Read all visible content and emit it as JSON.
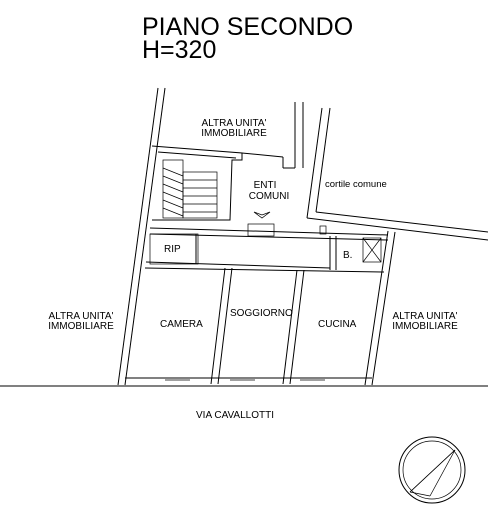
{
  "header": {
    "title_line1": "PIANO SECONDO",
    "title_line2": "H=320"
  },
  "labels": {
    "top_neighbor_line1": "ALTRA UNITA'",
    "top_neighbor_line2": "IMMOBILIARE",
    "common_areas_line1": "ENTI",
    "common_areas_line2": "COMUNI",
    "courtyard": "cortile comune",
    "storage": "RIP",
    "bathroom": "B.",
    "left_neighbor_line1": "ALTRA UNITA'",
    "left_neighbor_line2": "IMMOBILIARE",
    "bedroom": "CAMERA",
    "living_room": "SOGGIORNO",
    "kitchen": "CUCINA",
    "right_neighbor_line1": "ALTRA UNITA'",
    "right_neighbor_line2": "IMMOBILIARE",
    "street": "VIA CAVALLOTTI"
  },
  "icons": {
    "compass": "north-arrow-icon"
  }
}
